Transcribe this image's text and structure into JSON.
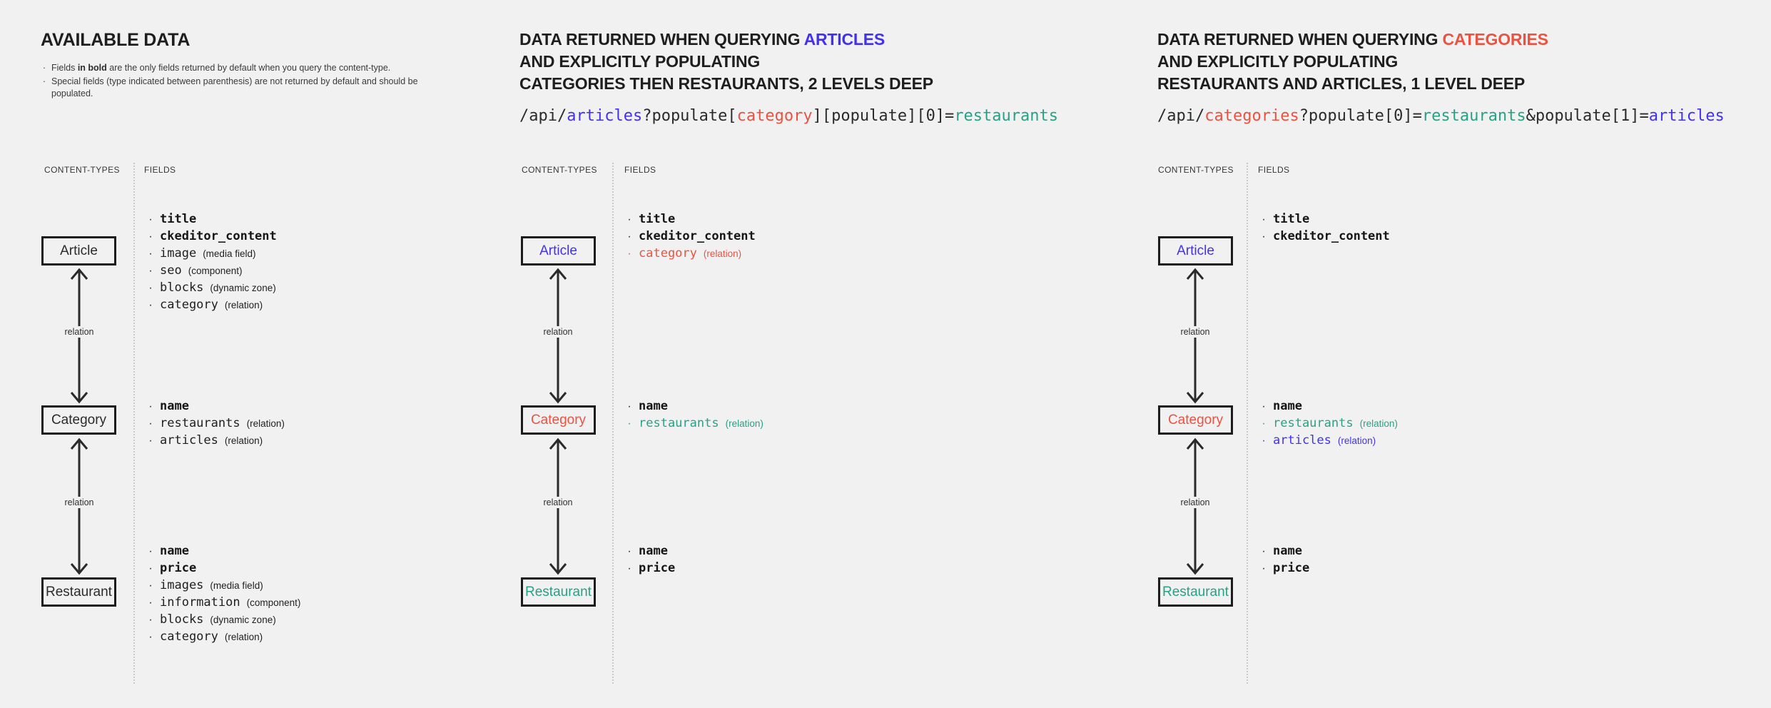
{
  "colors": {
    "background": "#f1f1f1",
    "ink": "#1e1e1e",
    "accent_blue": "#4231ef",
    "accent_red": "#ea5341",
    "accent_teal": "#28a186",
    "box_border": "#1c1c1c",
    "divider_gray": "#c9c9c9"
  },
  "shared": {
    "content_types_label": "CONTENT-TYPES",
    "fields_label": "FIELDS",
    "relation_label": "relation"
  },
  "available_panel": {
    "title": "AVAILABLE DATA",
    "note1_prefix": "Fields ",
    "note1_bold": "in bold",
    "note1_suffix": " are the only fields returned by default when you query the content-type.",
    "note2": "Special fields (type indicated between parenthesis) are not returned by default and should be populated.",
    "boxes": {
      "article": "Article",
      "category": "Category",
      "restaurant": "Restaurant"
    },
    "fields": {
      "article": [
        {
          "name": "title",
          "bold": true
        },
        {
          "name": "ckeditor_content",
          "bold": true
        },
        {
          "name": "image",
          "type": "(media field)"
        },
        {
          "name": "seo",
          "type": "(component)"
        },
        {
          "name": "blocks",
          "type": "(dynamic zone)"
        },
        {
          "name": "category",
          "type": "(relation)"
        }
      ],
      "category": [
        {
          "name": "name",
          "bold": true
        },
        {
          "name": "restaurants",
          "type": "(relation)"
        },
        {
          "name": "articles",
          "type": "(relation)"
        }
      ],
      "restaurant": [
        {
          "name": "name",
          "bold": true
        },
        {
          "name": "price",
          "bold": true
        },
        {
          "name": "images",
          "type": "(media field)"
        },
        {
          "name": "information",
          "type": "(component)"
        },
        {
          "name": "blocks",
          "type": "(dynamic zone)"
        },
        {
          "name": "category",
          "type": "(relation)"
        }
      ]
    }
  },
  "articles_panel": {
    "title_line1_prefix": "DATA RETURNED WHEN QUERYING ",
    "title_line1_highlight": "ARTICLES",
    "title_line2": "AND EXPLICITLY POPULATING",
    "title_line3": "CATEGORIES THEN RESTAURANTS, 2 LEVELS DEEP",
    "code": [
      {
        "text": "/api/"
      },
      {
        "text": "articles",
        "color": "blue"
      },
      {
        "text": "?populate["
      },
      {
        "text": "category",
        "color": "red"
      },
      {
        "text": "][populate][0]="
      },
      {
        "text": "restaurants",
        "color": "teal"
      }
    ],
    "boxes": {
      "article": "Article",
      "category": "Category",
      "restaurant": "Restaurant"
    },
    "fields": {
      "article": [
        {
          "name": "title",
          "bold": true
        },
        {
          "name": "ckeditor_content",
          "bold": true
        },
        {
          "name": "category",
          "type": "(relation)",
          "color": "red"
        }
      ],
      "category": [
        {
          "name": "name",
          "bold": true
        },
        {
          "name": "restaurants",
          "type": "(relation)",
          "color": "teal"
        }
      ],
      "restaurant": [
        {
          "name": "name",
          "bold": true
        },
        {
          "name": "price",
          "bold": true
        }
      ]
    }
  },
  "categories_panel": {
    "title_line1_prefix": "DATA RETURNED WHEN QUERYING ",
    "title_line1_highlight": "CATEGORIES",
    "title_line2": "AND EXPLICITLY POPULATING",
    "title_line3": "RESTAURANTS AND ARTICLES, 1 LEVEL DEEP",
    "code": [
      {
        "text": "/api/"
      },
      {
        "text": "categories",
        "color": "red"
      },
      {
        "text": "?populate[0]="
      },
      {
        "text": "restaurants",
        "color": "teal"
      },
      {
        "text": "&populate[1]="
      },
      {
        "text": "articles",
        "color": "blue"
      }
    ],
    "boxes": {
      "article": "Article",
      "category": "Category",
      "restaurant": "Restaurant"
    },
    "fields": {
      "article": [
        {
          "name": "title",
          "bold": true
        },
        {
          "name": "ckeditor_content",
          "bold": true
        }
      ],
      "category": [
        {
          "name": "name",
          "bold": true
        },
        {
          "name": "restaurants",
          "type": "(relation)",
          "color": "teal"
        },
        {
          "name": "articles",
          "type": "(relation)",
          "color": "blue"
        }
      ],
      "restaurant": [
        {
          "name": "name",
          "bold": true
        },
        {
          "name": "price",
          "bold": true
        }
      ]
    }
  }
}
